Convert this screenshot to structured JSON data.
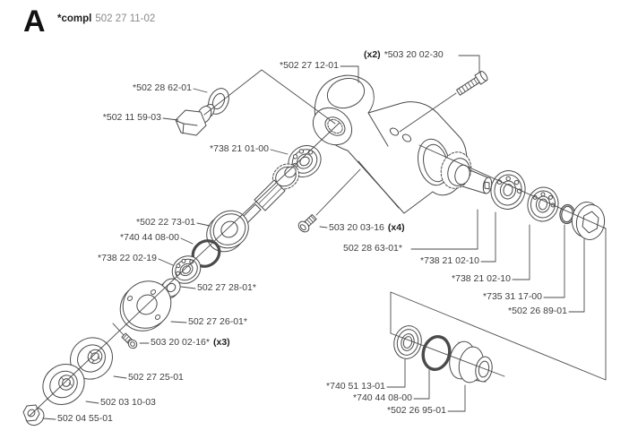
{
  "header": {
    "section_letter": "A",
    "compl_label": "*compl",
    "assembly_number": "502 27 11-02"
  },
  "colors": {
    "line": "#4a4a4a",
    "text": "#3d3d3d",
    "muted": "#8a8a8a",
    "bg": "#ffffff"
  },
  "diagram_type": "exploded-parts-view",
  "parts": [
    {
      "label": "*502 28 62-01"
    },
    {
      "label": "*502 11 59-03"
    },
    {
      "label": "*502 27 12-01"
    },
    {
      "qty": "(x2)",
      "label": "*503 20 02-30"
    },
    {
      "label": "*738 21 01-00"
    },
    {
      "label": "*502 22 73-01"
    },
    {
      "label": "*740 44 08-00"
    },
    {
      "label": "*738 22 02-19"
    },
    {
      "label": "502 27 28-01*"
    },
    {
      "label": "502 27 26-01*"
    },
    {
      "label": "503 20 02-16*",
      "qty": "(x3)"
    },
    {
      "label": "502 27 25-01"
    },
    {
      "label": "502 03 10-03"
    },
    {
      "label": "502 04 55-01"
    },
    {
      "label": "503 20 03-16",
      "qty": "(x4)"
    },
    {
      "label": "502 28 63-01*"
    },
    {
      "label": "*738 21 02-10"
    },
    {
      "label": "*738 21 02-10"
    },
    {
      "label": "*735 31 17-00"
    },
    {
      "label": "*502 26 89-01"
    },
    {
      "label": "*740 51 13-01"
    },
    {
      "label": "*740 44 08-00"
    },
    {
      "label": "*502 26 95-01"
    }
  ]
}
